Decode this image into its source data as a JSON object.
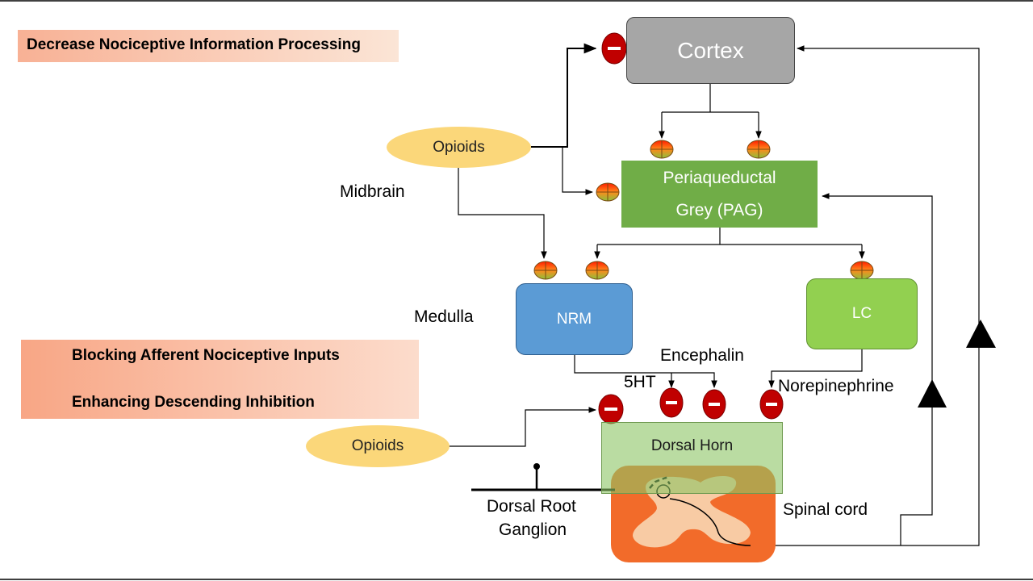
{
  "banners": {
    "top": "Decrease Nociceptive Information Processing",
    "mid_line1": "Blocking Afferent Nociceptive Inputs",
    "mid_line2": "Enhancing Descending Inhibition"
  },
  "nodes": {
    "cortex": "Cortex",
    "pag_line1": "Periaqueductal",
    "pag_line2": "Grey (PAG)",
    "nrm": "NRM",
    "lc": "LC",
    "dorsal_horn": "Dorsal Horn",
    "opioids_top": "Opioids",
    "opioids_bottom": "Opioids"
  },
  "labels": {
    "midbrain": "Midbrain",
    "medulla": "Medulla",
    "encephalin": "Encephalin",
    "serotonin": "5HT",
    "norepinephrine": "Norepinephrine",
    "spinal_cord": "Spinal cord",
    "drg_line1": "Dorsal Root",
    "drg_line2": "Ganglion"
  },
  "symbols": {
    "inhibit": "−"
  },
  "colors": {
    "cortex": "#a6a6a6",
    "pag": "#70ad47",
    "nrm": "#5b9bd5",
    "lc": "#92d050",
    "dorsal_horn": "#a9d18e",
    "spinal_cord": "#f26b2a",
    "grey_matter": "#f8cba4",
    "opioids": "#fbd77a",
    "inhibit": "#c00000"
  }
}
